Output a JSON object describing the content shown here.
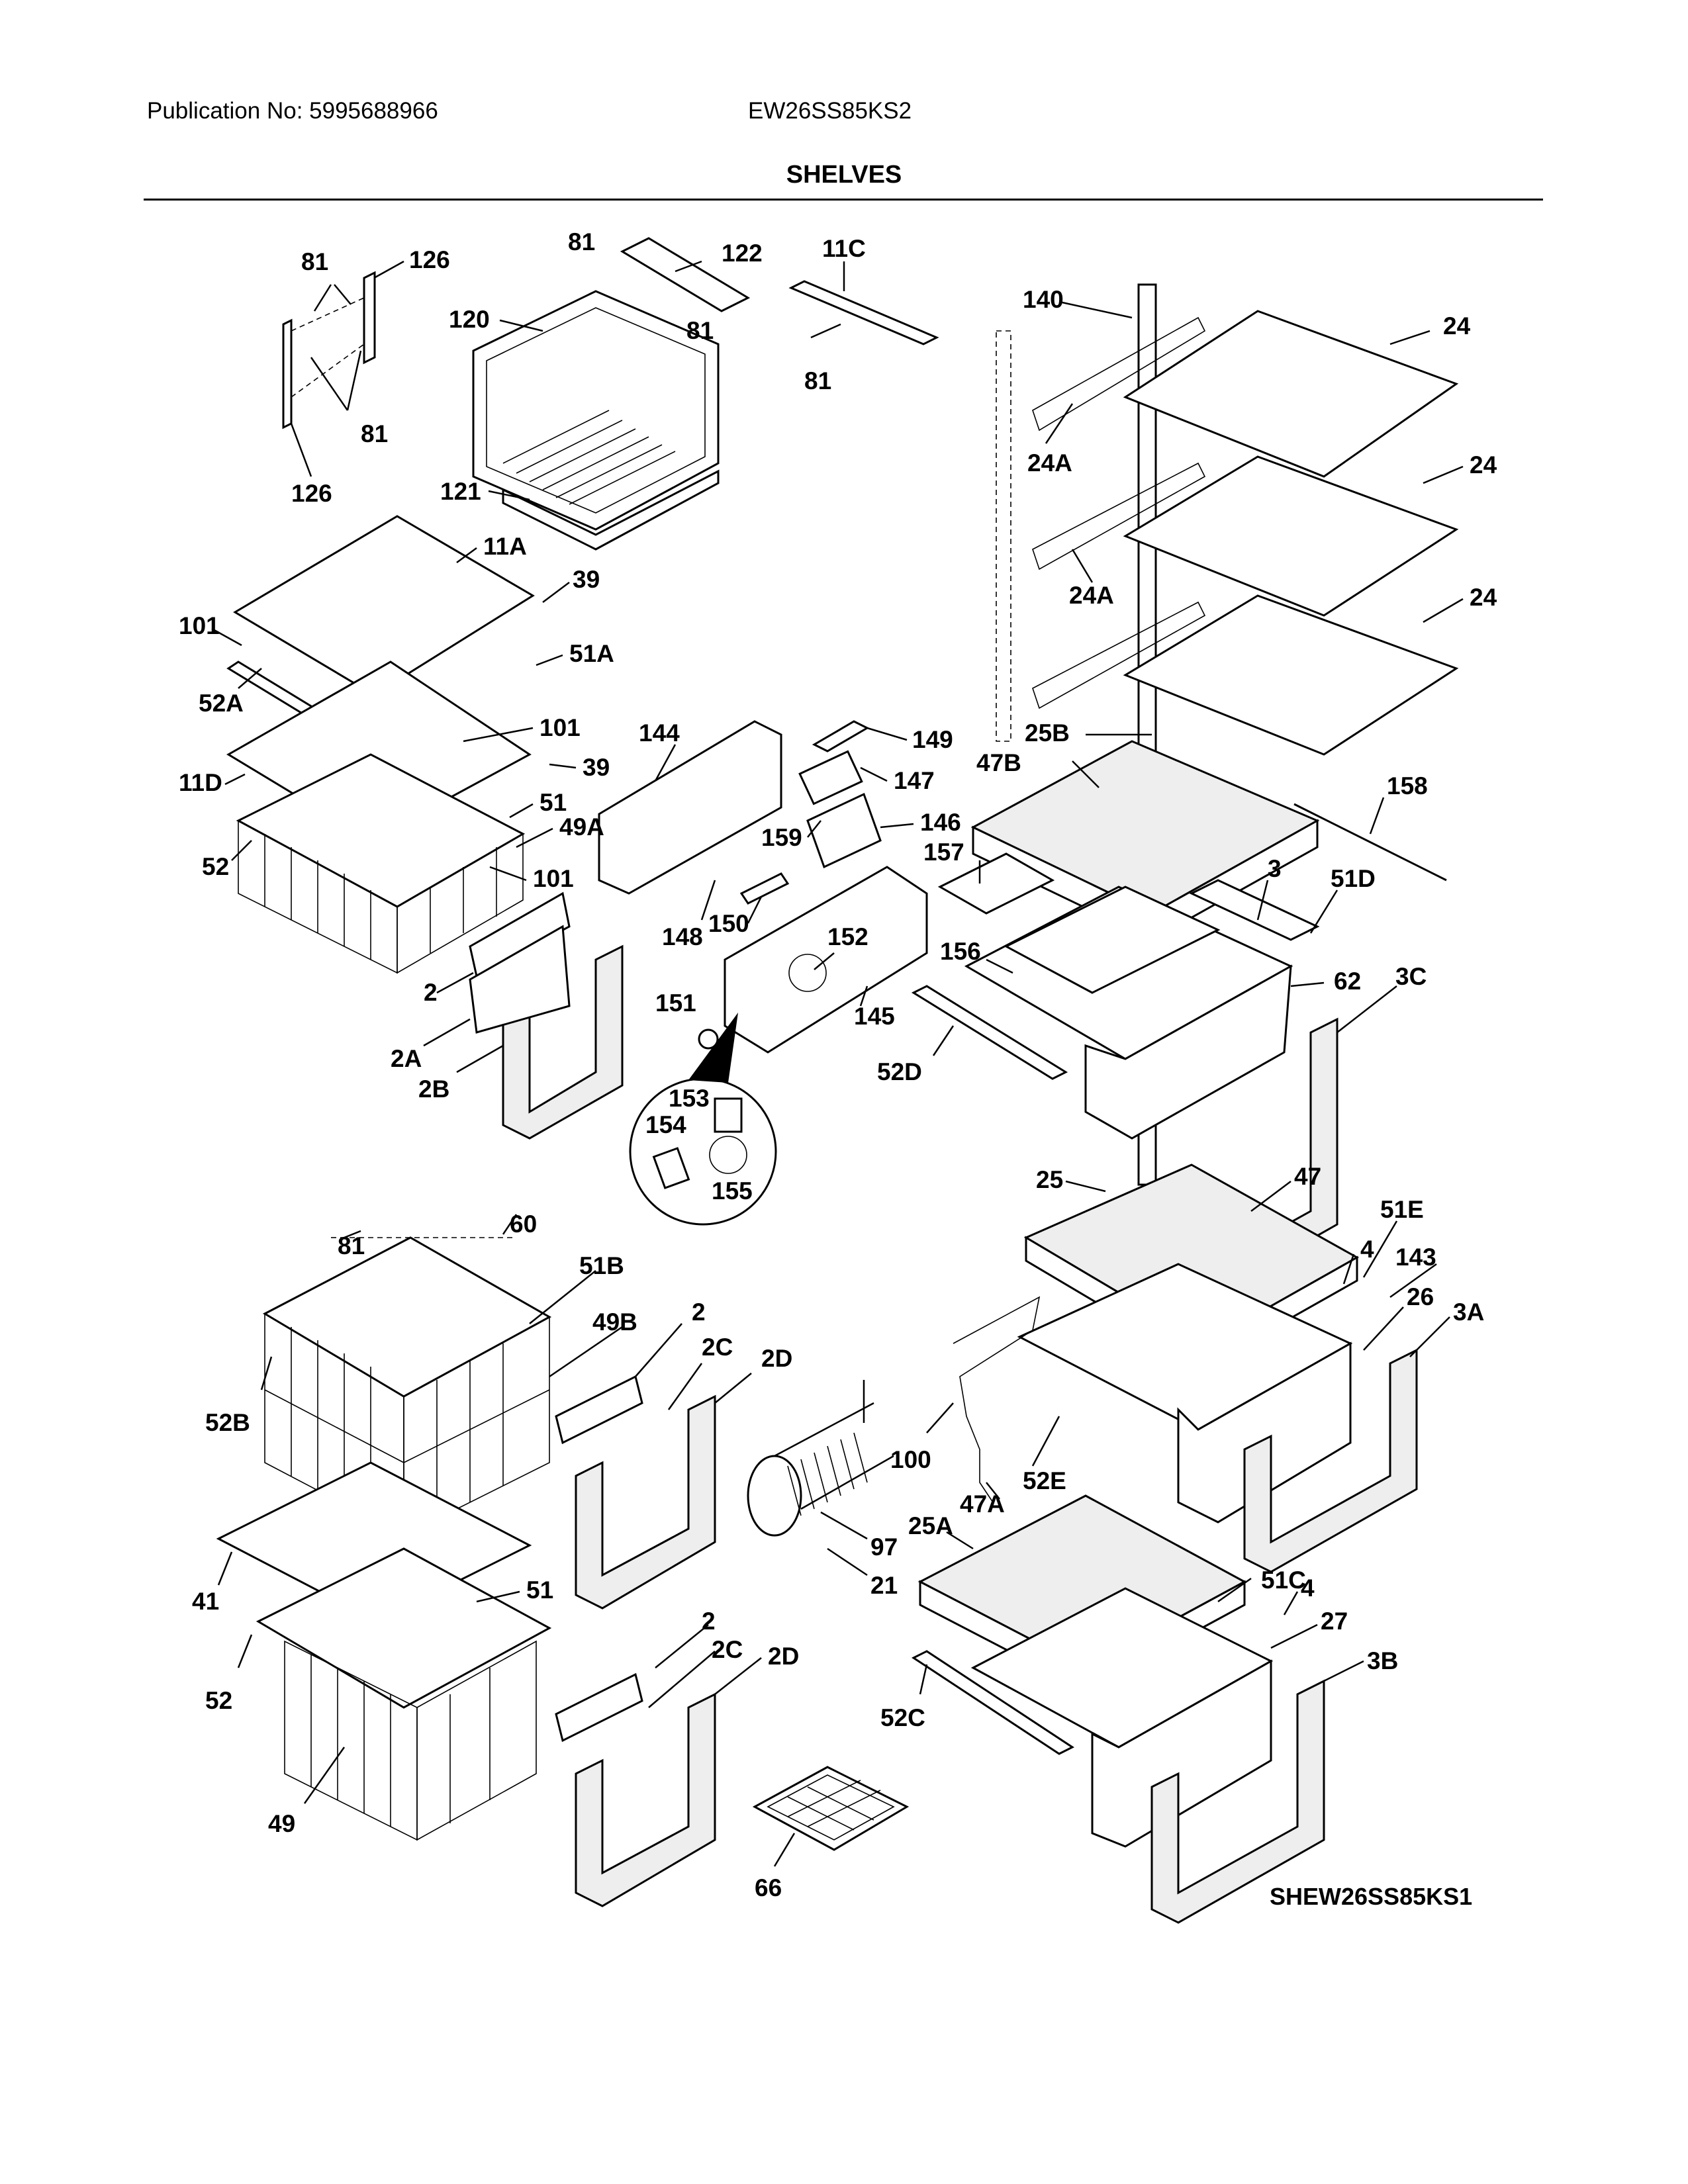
{
  "header": {
    "publication": "Publication No: 5995688966",
    "model": "EW26SS85KS2"
  },
  "title": "SHELVES",
  "diagram_code": "SHEW26SS85KS1",
  "callouts": [
    {
      "id": "c1",
      "text": "81"
    },
    {
      "id": "c2",
      "text": "126"
    },
    {
      "id": "c3",
      "text": "81"
    },
    {
      "id": "c4",
      "text": "126"
    },
    {
      "id": "c5",
      "text": "81"
    },
    {
      "id": "c6",
      "text": "122"
    },
    {
      "id": "c7",
      "text": "120"
    },
    {
      "id": "c8",
      "text": "81"
    },
    {
      "id": "c9",
      "text": "11C"
    },
    {
      "id": "c10",
      "text": "81"
    },
    {
      "id": "c11",
      "text": "121"
    },
    {
      "id": "c12",
      "text": "140"
    },
    {
      "id": "c13",
      "text": "24"
    },
    {
      "id": "c14",
      "text": "24A"
    },
    {
      "id": "c15",
      "text": "24"
    },
    {
      "id": "c16",
      "text": "24A"
    },
    {
      "id": "c17",
      "text": "24"
    },
    {
      "id": "c18",
      "text": "25B"
    },
    {
      "id": "c19",
      "text": "11A"
    },
    {
      "id": "c20",
      "text": "39"
    },
    {
      "id": "c21",
      "text": "101"
    },
    {
      "id": "c22",
      "text": "51A"
    },
    {
      "id": "c23",
      "text": "52A"
    },
    {
      "id": "c24",
      "text": "101"
    },
    {
      "id": "c25",
      "text": "39"
    },
    {
      "id": "c26",
      "text": "11D"
    },
    {
      "id": "c27",
      "text": "51"
    },
    {
      "id": "c28",
      "text": "49A"
    },
    {
      "id": "c29",
      "text": "52"
    },
    {
      "id": "c30",
      "text": "101"
    },
    {
      "id": "c31",
      "text": "2"
    },
    {
      "id": "c32",
      "text": "2A"
    },
    {
      "id": "c33",
      "text": "2B"
    },
    {
      "id": "c34",
      "text": "144"
    },
    {
      "id": "c35",
      "text": "149"
    },
    {
      "id": "c36",
      "text": "147"
    },
    {
      "id": "c37",
      "text": "146"
    },
    {
      "id": "c38",
      "text": "159"
    },
    {
      "id": "c39",
      "text": "150"
    },
    {
      "id": "c40",
      "text": "148"
    },
    {
      "id": "c41",
      "text": "152"
    },
    {
      "id": "c42",
      "text": "151"
    },
    {
      "id": "c43",
      "text": "145"
    },
    {
      "id": "c44",
      "text": "153"
    },
    {
      "id": "c45",
      "text": "154"
    },
    {
      "id": "c46",
      "text": "155"
    },
    {
      "id": "c47",
      "text": "47B"
    },
    {
      "id": "c48",
      "text": "157"
    },
    {
      "id": "c49",
      "text": "158"
    },
    {
      "id": "c50",
      "text": "3"
    },
    {
      "id": "c51",
      "text": "51D"
    },
    {
      "id": "c52",
      "text": "156"
    },
    {
      "id": "c53",
      "text": "62"
    },
    {
      "id": "c54",
      "text": "3C"
    },
    {
      "id": "c55",
      "text": "52D"
    },
    {
      "id": "c56",
      "text": "25"
    },
    {
      "id": "c57",
      "text": "47"
    },
    {
      "id": "c58",
      "text": "51E"
    },
    {
      "id": "c59",
      "text": "4"
    },
    {
      "id": "c60",
      "text": "143"
    },
    {
      "id": "c61",
      "text": "26"
    },
    {
      "id": "c62",
      "text": "3A"
    },
    {
      "id": "c63",
      "text": "81"
    },
    {
      "id": "c64",
      "text": "60"
    },
    {
      "id": "c65",
      "text": "51B"
    },
    {
      "id": "c66",
      "text": "49B"
    },
    {
      "id": "c67",
      "text": "2"
    },
    {
      "id": "c68",
      "text": "2C"
    },
    {
      "id": "c69",
      "text": "2D"
    },
    {
      "id": "c70",
      "text": "52B"
    },
    {
      "id": "c71",
      "text": "100"
    },
    {
      "id": "c72",
      "text": "52E"
    },
    {
      "id": "c73",
      "text": "47A"
    },
    {
      "id": "c74",
      "text": "25A"
    },
    {
      "id": "c75",
      "text": "97"
    },
    {
      "id": "c76",
      "text": "21"
    },
    {
      "id": "c77",
      "text": "41"
    },
    {
      "id": "c78",
      "text": "51"
    },
    {
      "id": "c79",
      "text": "51C"
    },
    {
      "id": "c80",
      "text": "4"
    },
    {
      "id": "c81",
      "text": "27"
    },
    {
      "id": "c82",
      "text": "3B"
    },
    {
      "id": "c83",
      "text": "2"
    },
    {
      "id": "c84",
      "text": "2C"
    },
    {
      "id": "c85",
      "text": "2D"
    },
    {
      "id": "c86",
      "text": "52"
    },
    {
      "id": "c87",
      "text": "52C"
    },
    {
      "id": "c88",
      "text": "49"
    },
    {
      "id": "c89",
      "text": "66"
    }
  ]
}
